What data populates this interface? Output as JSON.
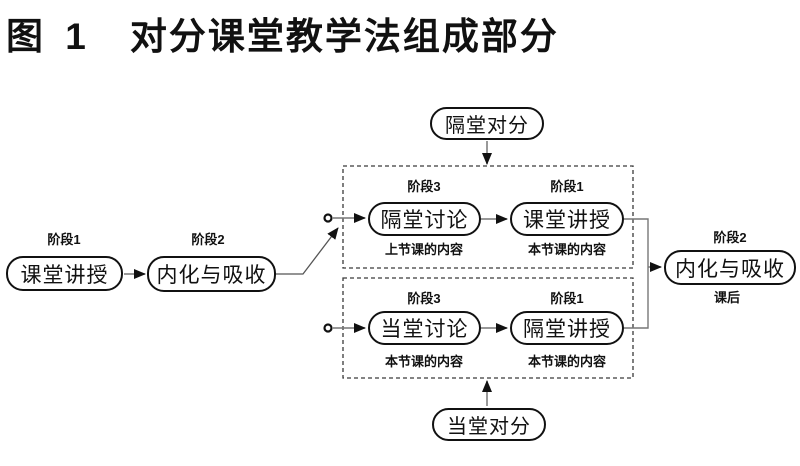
{
  "title": {
    "figure_label": "图 1",
    "text": "对分课堂教学法组成部分"
  },
  "diagram": {
    "left_flow": {
      "stage1_label": "阶段1",
      "lecture": "课堂讲授",
      "stage2_label": "阶段2",
      "internalize": "内化与吸收"
    },
    "alternate_split_node": "隔堂对分",
    "inclass_split_node": "当堂对分",
    "upper_group": {
      "stage3_label": "阶段3",
      "discussion": "隔堂讨论",
      "discussion_note": "上节课的内容",
      "stage1_label": "阶段1",
      "lecture": "课堂讲授",
      "lecture_note": "本节课的内容"
    },
    "lower_group": {
      "stage3_label": "阶段3",
      "discussion": "当堂讨论",
      "discussion_note": "本节课的内容",
      "stage1_label": "阶段1",
      "lecture": "隔堂讲授",
      "lecture_note": "本节课的内容"
    },
    "right_flow": {
      "stage2_label": "阶段2",
      "internalize": "内化与吸收",
      "note": "课后"
    }
  },
  "colors": {
    "ink": "#111111",
    "line_gray": "#777777",
    "dash_border": "#3a3a3a",
    "background": "#ffffff"
  }
}
